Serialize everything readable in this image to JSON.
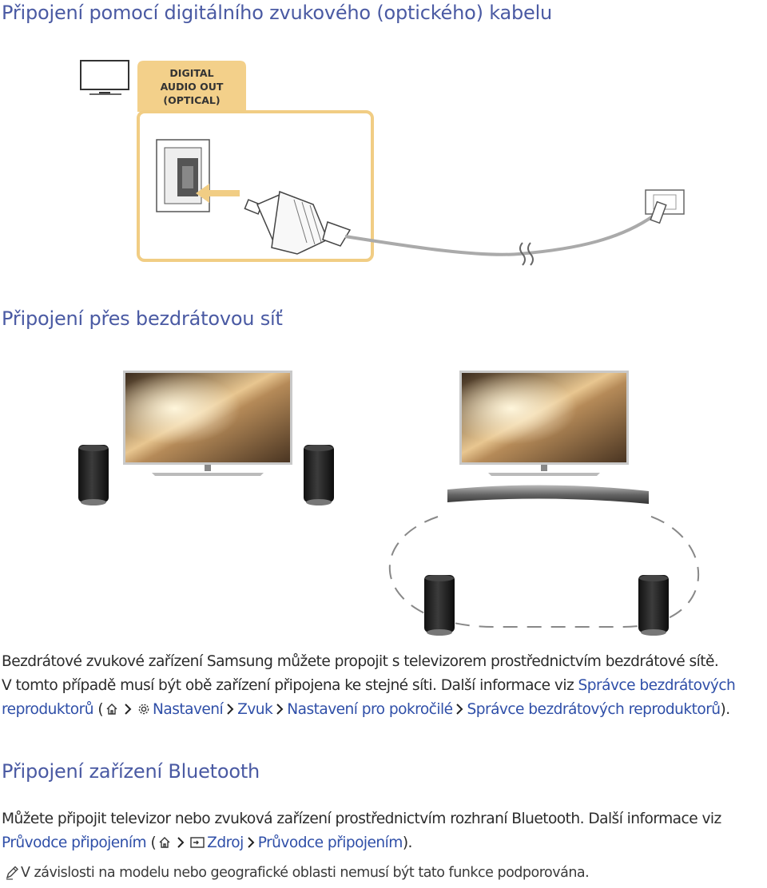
{
  "sections": {
    "optical": {
      "title": "Připojení pomocí digitálního zvukového (optického) kabelu"
    },
    "wireless": {
      "title": "Připojení přes bezdrátovou síť"
    },
    "bluetooth": {
      "title": "Připojení zařízení Bluetooth"
    }
  },
  "optical_figure": {
    "port_label": [
      "DIGITAL",
      "AUDIO OUT",
      "(OPTICAL)"
    ],
    "port_color": "#f3d08a",
    "icons": [
      "tv-icon",
      "optical-port-icon",
      "optical-plug-icon",
      "wall-outlet-icon"
    ]
  },
  "wireless_figure": {
    "icons": [
      "tv-icon",
      "speaker-icon",
      "soundbar-icon"
    ]
  },
  "wireless_text": {
    "line1": "Bezdrátové zvukové zařízení Samsung můžete propojit s televizorem prostřednictvím bezdrátové sítě.",
    "line2a": "V tomto případě musí být obě zařízení připojena ke stejné síti. Další informace viz ",
    "link1a": "Správce bezdrátových",
    "link1b": "reproduktorů",
    "paren_open": " (",
    "path1": "Nastavení",
    "path2": "Zvuk",
    "path3": "Nastavení pro pokročilé",
    "path4": "Správce bezdrátových reproduktorů",
    "paren_close": ")."
  },
  "bluetooth_text": {
    "line1": "Můžete připojit televizor nebo zvuková zařízení prostřednictvím rozhraní Bluetooth. Další informace viz",
    "link1": "Průvodce připojením",
    "paren_open": " (",
    "path1": "Zdroj",
    "path2": "Průvodce připojením",
    "paren_close": ")."
  },
  "note": {
    "icon": "pencil-icon",
    "text": "V závislosti na modelu nebo geografické oblasti nemusí být tato funkce podporována."
  },
  "colors": {
    "heading": "#4a5aa3",
    "link": "#2f4fa8",
    "accent": "#f3d08a"
  }
}
